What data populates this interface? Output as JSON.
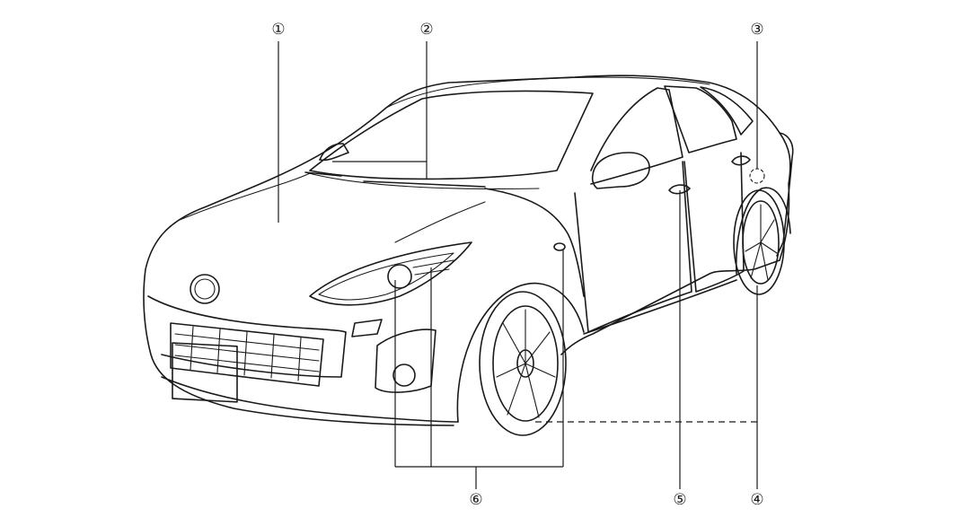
{
  "callouts": [
    {
      "id": 1,
      "label": "①"
    },
    {
      "id": 2,
      "label": "②"
    },
    {
      "id": 3,
      "label": "③"
    },
    {
      "id": 4,
      "label": "④"
    },
    {
      "id": 5,
      "label": "⑤"
    },
    {
      "id": 6,
      "label": "⑥"
    }
  ]
}
